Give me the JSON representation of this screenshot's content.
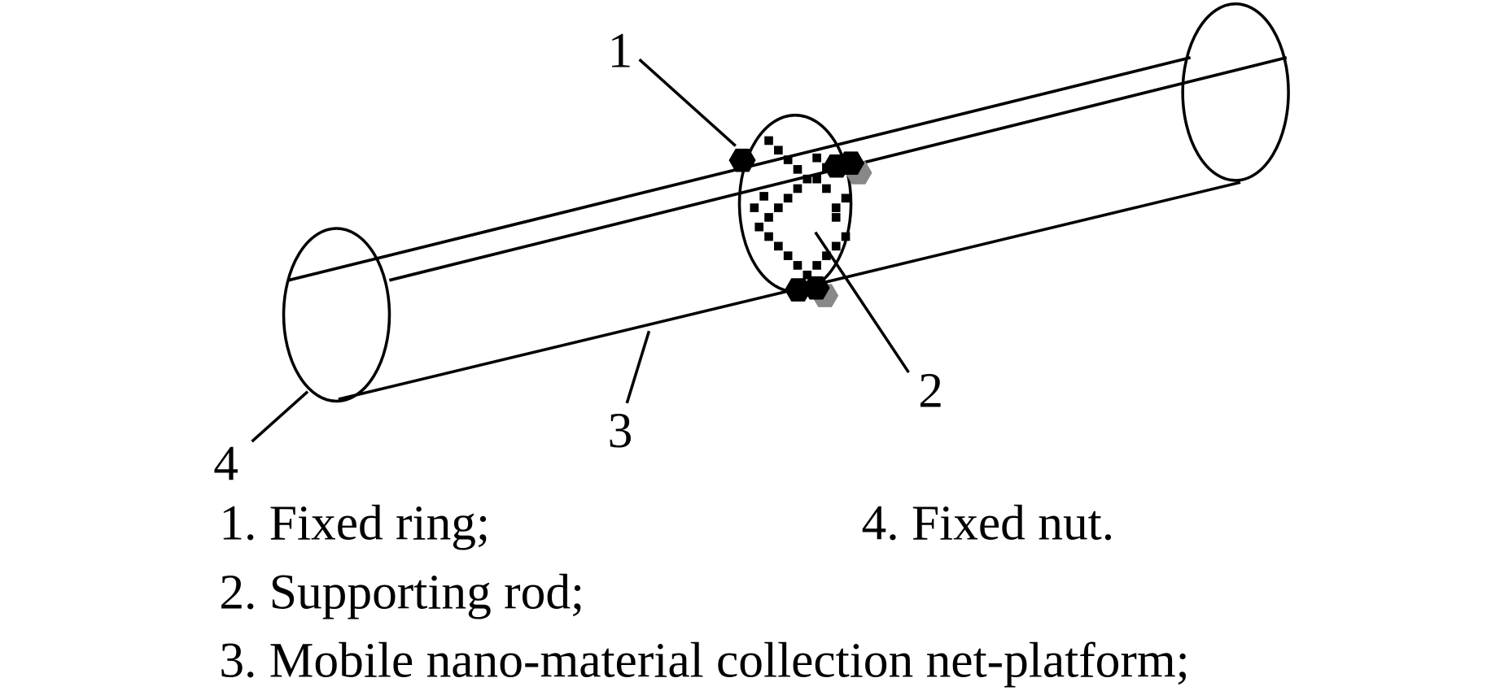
{
  "callouts": [
    "1",
    "2",
    "3",
    "4"
  ],
  "legend": [
    "1. Fixed ring;",
    "2. Supporting rod;",
    "3. Mobile nano-material collection net-platform;",
    "4. Fixed nut."
  ],
  "colors": {
    "ink": "#000000",
    "shadow": "#888888"
  }
}
